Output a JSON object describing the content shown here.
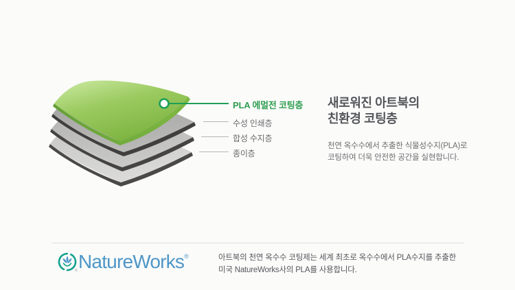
{
  "page": {
    "background": "#fbfbfa"
  },
  "diagram": {
    "layers": [
      {
        "label": "PLA 에멀전 코팅층",
        "type": "coating",
        "color": "#8cc34a"
      },
      {
        "label": "수성 인쇄층",
        "type": "print-layer"
      },
      {
        "label": "합성 수지층",
        "type": "resin-layer"
      },
      {
        "label": "종이층",
        "type": "paper-layer"
      }
    ],
    "accent_green": "#1f9e58"
  },
  "intro": {
    "heading_line1": "새로워진 아트북의",
    "heading_line2": "친환경 코팅층",
    "body_line1": "천연 옥수수에서 추출한 식물성수지(PLA)로",
    "body_line2": "코팅하여 더욱 안전한 공간을 실현합니다."
  },
  "footer": {
    "brand": "NatureWorks",
    "brand_mark": "®",
    "brand_color": "#4e96c6",
    "icon_teal": "#12a28d",
    "note_line1": "아트북의 천연 옥수수 코팅제는 세계 최초로 옥수수에서 PLA수지를 추출한",
    "note_line2": "미국 NatureWorks사의 PLA를 사용합니다."
  }
}
